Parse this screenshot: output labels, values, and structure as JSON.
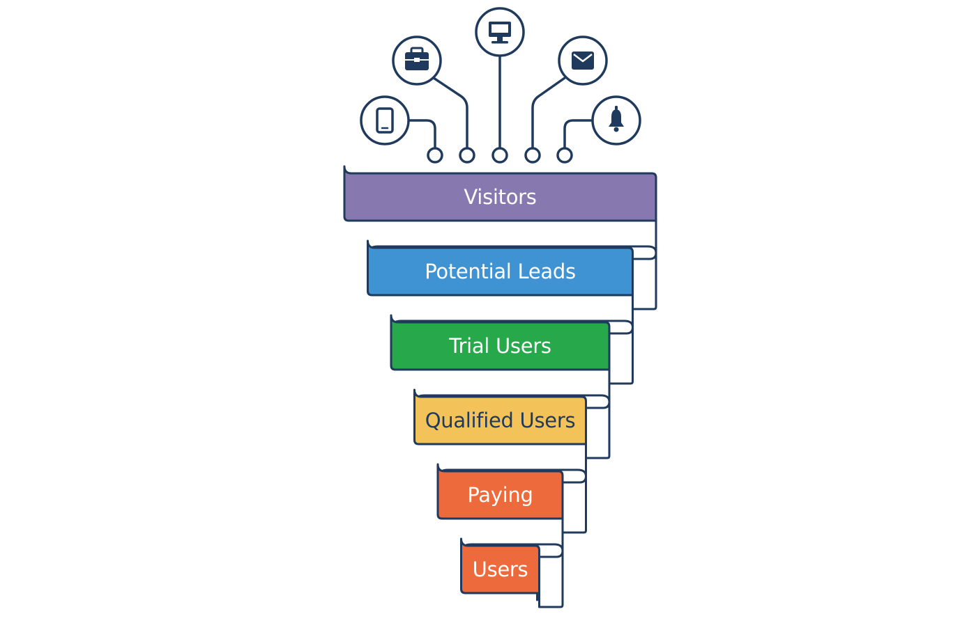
{
  "colors": {
    "outline": "#1f3a5c",
    "icon": "#1f3a5c",
    "background": "#ffffff"
  },
  "icons": [
    {
      "name": "smartphone-icon"
    },
    {
      "name": "briefcase-icon"
    },
    {
      "name": "monitor-icon"
    },
    {
      "name": "envelope-icon"
    },
    {
      "name": "bell-icon"
    }
  ],
  "stages": [
    {
      "label": "Visitors",
      "color": "#8878b0",
      "text_color": "#ffffff"
    },
    {
      "label": "Potential Leads",
      "color": "#3f93d2",
      "text_color": "#ffffff"
    },
    {
      "label": "Trial Users",
      "color": "#27a84a",
      "text_color": "#ffffff"
    },
    {
      "label": "Qualified Users",
      "color": "#f3c35a",
      "text_color": "#1f3a5c"
    },
    {
      "label": "Paying",
      "color": "#ec6a3b",
      "text_color": "#ffffff"
    },
    {
      "label": "Users",
      "color": "#ec6a3b",
      "text_color": "#ffffff"
    }
  ]
}
